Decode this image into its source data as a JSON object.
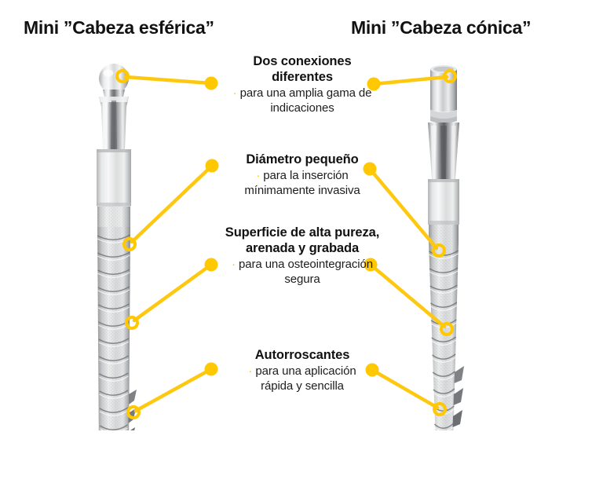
{
  "headings": {
    "left": "Mini ”Cabeza esférica”",
    "right": "Mini ”Cabeza cónica”"
  },
  "callouts": [
    {
      "id": "dos-conexiones",
      "headline": "Dos conexiones diferentes",
      "headline_line1": "Dos conexiones",
      "headline_line2": "diferentes",
      "bullet": "·",
      "subline": "para una amplia gama de indicaciones",
      "subline_line1": "para una amplia gama de",
      "subline_line2": "indicaciones"
    },
    {
      "id": "diametro-pequeno",
      "headline": "Diámetro pequeño",
      "headline_line1": "Diámetro pequeño",
      "headline_line2": "",
      "bullet": "·",
      "subline": "para la inserción mínimamente invasiva",
      "subline_line1": "para la inserción",
      "subline_line2": "mínimamente invasiva"
    },
    {
      "id": "superficie-alta-pureza",
      "headline": "Superficie de alta pureza, arenada y grabada",
      "headline_line1": "Superficie de alta pureza,",
      "headline_line2": "arenada y grabada",
      "bullet": "·",
      "subline": "para una osteointegración segura",
      "subline_line1": "para una osteointegración",
      "subline_line2": "segura"
    },
    {
      "id": "autorroscantes",
      "headline": "Autorroscantes",
      "headline_line1": "Autorroscantes",
      "headline_line2": "",
      "bullet": "·",
      "subline": "para una aplicación rápida y sencilla",
      "subline_line1": "para una aplicación",
      "subline_line2": "rápida y sencilla"
    }
  ],
  "colors": {
    "accent_yellow": "#FFC800",
    "leader_line": "#FFC810",
    "text": "#111111",
    "background": "#FFFFFF",
    "implant_metal_light": "#F2F2F2",
    "implant_metal_mid": "#BFC1C3",
    "implant_metal_dark": "#6E7073"
  },
  "implants": [
    {
      "id": "implant-spherical-head",
      "label": "Mini ”Cabeza esférica”",
      "head_type": "spherical"
    },
    {
      "id": "implant-conical-head",
      "label": "Mini ”Cabeza cónica”",
      "head_type": "conical"
    }
  ],
  "leaders": [
    {
      "id": "leader-left-connection",
      "dot": [
        269,
        106
      ],
      "ring": [
        156,
        97
      ]
    },
    {
      "id": "leader-left-diameter",
      "dot": [
        270,
        211
      ],
      "ring": [
        165,
        311
      ]
    },
    {
      "id": "leader-left-surface",
      "dot": [
        269,
        337
      ],
      "ring": [
        168,
        411
      ]
    },
    {
      "id": "leader-left-selftap",
      "dot": [
        269,
        470
      ],
      "ring": [
        170,
        525
      ]
    },
    {
      "id": "leader-right-connection",
      "dot": [
        476,
        107
      ],
      "ring": [
        573,
        97
      ]
    },
    {
      "id": "leader-right-diameter",
      "dot": [
        471,
        215
      ],
      "ring": [
        559,
        319
      ]
    },
    {
      "id": "leader-right-surface",
      "dot": [
        472,
        337
      ],
      "ring": [
        569,
        419
      ]
    },
    {
      "id": "leader-right-selftap",
      "dot": [
        474,
        471
      ],
      "ring": [
        560,
        521
      ]
    }
  ]
}
